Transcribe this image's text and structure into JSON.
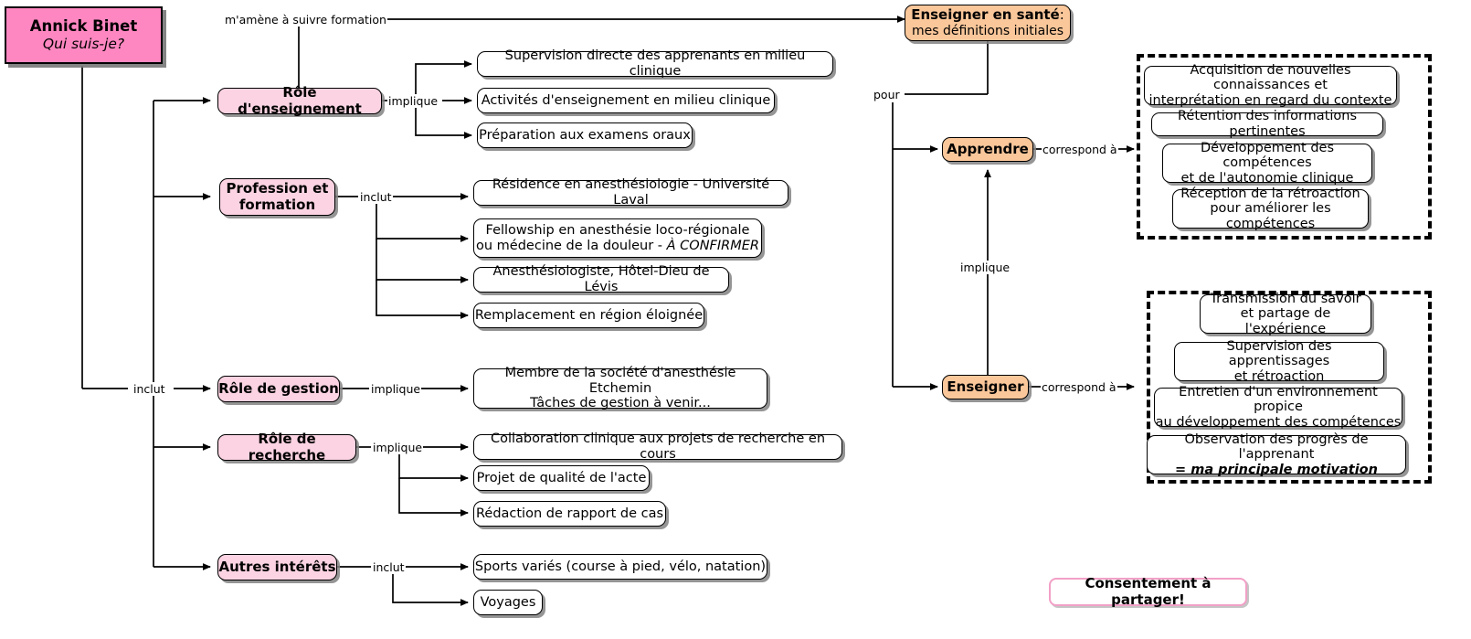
{
  "title": "Annick Binet - Enseigner en santé (carte conceptuelle)",
  "colors": {
    "root_fill": "#FF87C1",
    "role_fill": "#FBD3E2",
    "concept_fill": "#FAC79A",
    "leaf_fill": "#FFFFFF",
    "consent_border": "#F2A0C6",
    "stroke": "#000000"
  },
  "root": {
    "name": "Annick Binet",
    "subtitle": "Qui suis-je?"
  },
  "central": {
    "label": "Enseigner en santé",
    "colon": ":",
    "subtitle": "mes définitions initiales"
  },
  "roles": [
    {
      "label": "Rôle d'enseignement"
    },
    {
      "label": "Profession et formation"
    },
    {
      "label": "Rôle de gestion"
    },
    {
      "label": "Rôle de recherche"
    },
    {
      "label": "Autres intérêts"
    }
  ],
  "concepts": [
    {
      "label": "Apprendre"
    },
    {
      "label": "Enseigner"
    }
  ],
  "connector_labels": {
    "mamene": "m'amène à suivre formation",
    "implique_enseignement": "implique",
    "inclut_profession": "inclut",
    "implique_gestion": "implique",
    "implique_recherche": "implique",
    "inclut_interets": "inclut",
    "inclut_root": "inclut",
    "pour": "pour",
    "implique_vertical": "implique",
    "correspond_apprendre": "correspond à",
    "correspond_enseigner": "correspond à"
  },
  "enseignement_items": [
    {
      "text": "Supervision directe des apprenants en milieu clinique"
    },
    {
      "text": "Activités d'enseignement en milieu clinique"
    },
    {
      "text": "Préparation aux examens oraux"
    }
  ],
  "profession_items": [
    {
      "line1": "Résidence en anesthésiologie - Université Laval",
      "line2": "",
      "italic_tail": ""
    },
    {
      "line1": "Fellowship en anesthésie loco-régionale",
      "line2": "ou médecine de la douleur - ",
      "italic_tail": "À CONFIRMER"
    },
    {
      "line1": "Anesthésiologiste, Hôtel-Dieu de Lévis",
      "line2": "",
      "italic_tail": ""
    },
    {
      "line1": "Remplacement en région éloignée",
      "line2": "",
      "italic_tail": ""
    }
  ],
  "gestion_items": [
    {
      "line1": "Membre de la société d'anesthésie Etchemin",
      "line2": "Tâches de gestion à venir..."
    }
  ],
  "recherche_items": [
    {
      "text": "Collaboration clinique aux projets de recherche en cours"
    },
    {
      "text": "Projet de qualité de l'acte"
    },
    {
      "text": "Rédaction de rapport de cas"
    }
  ],
  "interets_items": [
    {
      "text": "Sports variés (course à pied, vélo, natation)"
    },
    {
      "text": "Voyages"
    }
  ],
  "apprendre_group": [
    {
      "line1": "Acquisition de nouvelles connaissances et",
      "line2": "interprétation en regard du contexte"
    },
    {
      "line1": "Rétention des informations pertinentes",
      "line2": ""
    },
    {
      "line1": "Développement des compétences",
      "line2": "et de l'autonomie clinique"
    },
    {
      "line1": "Réception de la rétroaction",
      "line2": "pour améliorer les compétences"
    }
  ],
  "enseigner_group": [
    {
      "line1": "Transmission du savoir",
      "line2": "et partage de l'expérience",
      "bold_line2": ""
    },
    {
      "line1": "Supervision des apprentissages",
      "line2": "et rétroaction",
      "bold_line2": ""
    },
    {
      "line1": "Entretien d'un environnement propice",
      "line2": "au développement des compétences",
      "bold_line2": ""
    },
    {
      "line1": "Observation des progrès de l'apprenant",
      "line2": "",
      "bold_line2": "= ma principale motivation"
    }
  ],
  "consent": {
    "label": "Consentement à partager!"
  }
}
